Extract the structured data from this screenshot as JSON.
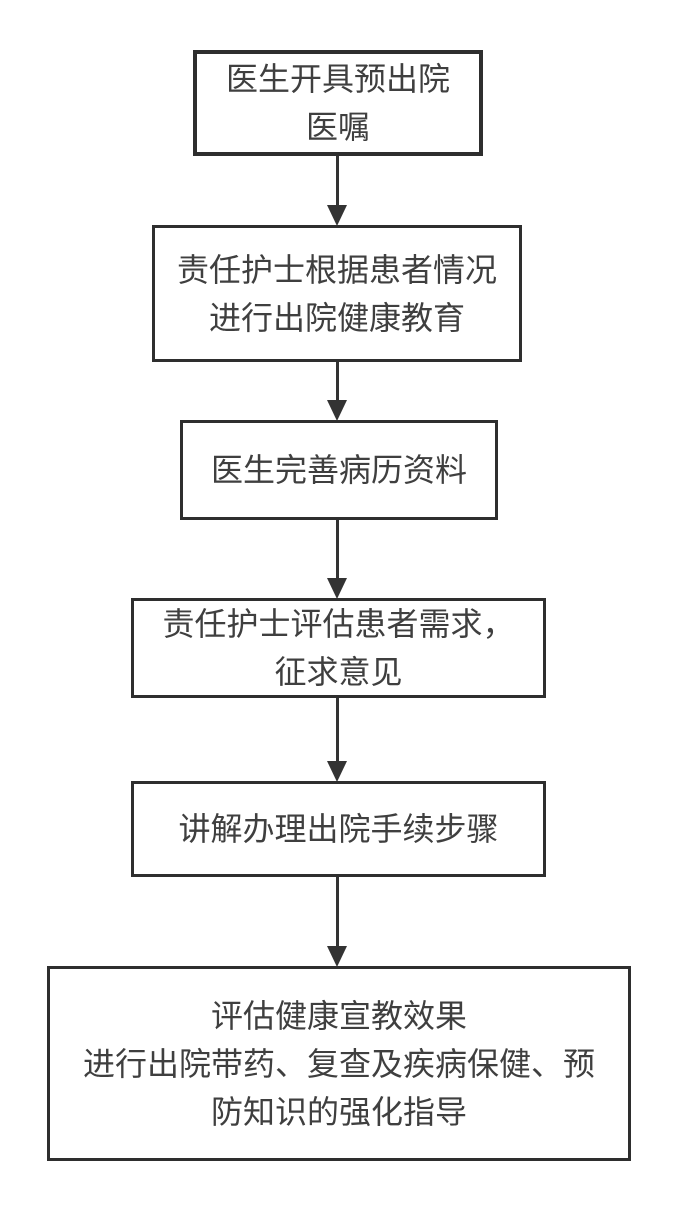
{
  "flowchart": {
    "type": "flowchart",
    "direction": "top-down",
    "colors": {
      "background": "#ffffff",
      "node_border": "#2e2e2e",
      "text": "#3f3f3f",
      "arrow": "#333333"
    },
    "nodes": [
      {
        "id": 1,
        "text": "医生开具预出院医嘱",
        "lines": [
          "医生开具预出院",
          "医嘱"
        ]
      },
      {
        "id": 2,
        "text": "责任护士根据患者情况进行出院健康教育",
        "lines": [
          "责任护士根据患者情况",
          "进行出院健康教育"
        ]
      },
      {
        "id": 3,
        "text": "医生完善病历资料",
        "lines": [
          "医生完善病历资料"
        ]
      },
      {
        "id": 4,
        "text": "责任护士评估患者需求，征求意见",
        "lines": [
          "责任护士评估患者需求，",
          "征求意见"
        ]
      },
      {
        "id": 5,
        "text": "讲解办理出院手续步骤",
        "lines": [
          "讲解办理出院手续步骤"
        ]
      },
      {
        "id": 6,
        "text": "评估健康宣教效果 进行出院带药、复查及疾病保健、预防知识的强化指导",
        "lines": [
          "评估健康宣教效果",
          "进行出院带药、复查及疾病保健、预",
          "防知识的强化指导"
        ]
      }
    ],
    "edges": [
      {
        "from": 1,
        "to": 2
      },
      {
        "from": 2,
        "to": 3
      },
      {
        "from": 3,
        "to": 4
      },
      {
        "from": 4,
        "to": 5
      },
      {
        "from": 5,
        "to": 6
      }
    ]
  }
}
